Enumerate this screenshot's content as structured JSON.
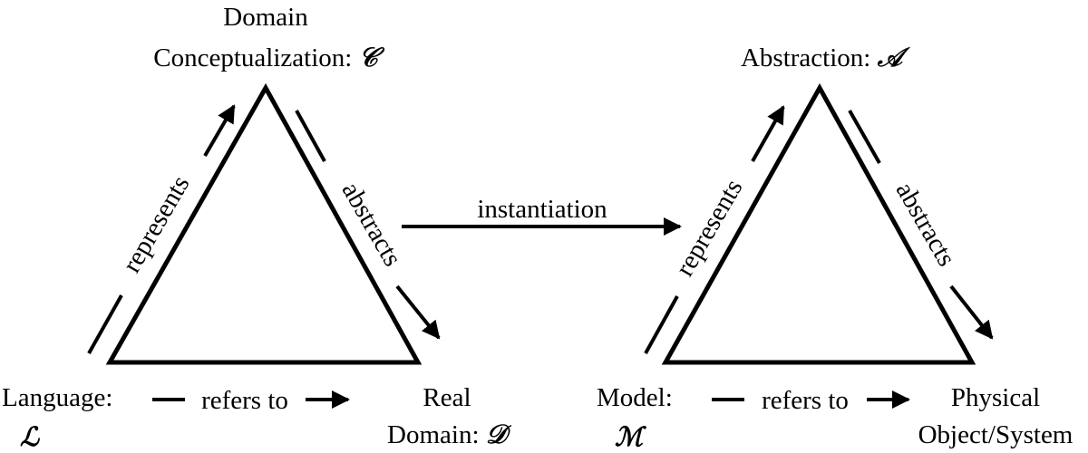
{
  "left": {
    "top_label_line1": "Domain",
    "top_label_line2": "Conceptualization: ",
    "top_symbol": "𝒞",
    "left_edge_label": "represents",
    "right_edge_label": "abstracts",
    "bottom_edge_label": "refers to",
    "bottom_left_label": "Language:",
    "bottom_left_symbol": "ℒ",
    "bottom_right_line1": "Real",
    "bottom_right_line2": "Domain: ",
    "bottom_right_symbol": "𝒟"
  },
  "middle": {
    "arrow_label": "instantiation"
  },
  "right": {
    "top_label": "Abstraction: ",
    "top_symbol": "𝒜",
    "left_edge_label": "represents",
    "right_edge_label": "abstracts",
    "bottom_edge_label": "refers to",
    "bottom_left_label": "Model:",
    "bottom_left_symbol": "ℳ",
    "bottom_right_line1": "Physical",
    "bottom_right_line2": "Object/System"
  },
  "colors": {
    "stroke": "#000000",
    "background": "#ffffff"
  }
}
